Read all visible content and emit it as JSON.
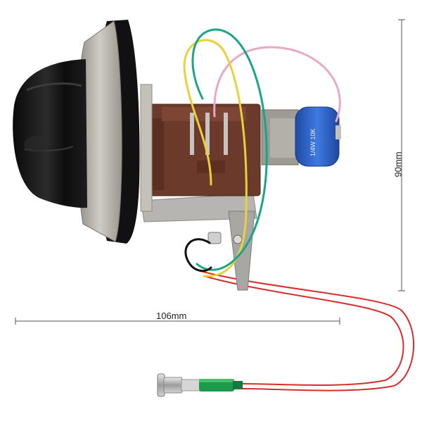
{
  "dimensions": {
    "width_label": "106mm",
    "height_label": "90mm"
  },
  "product_label": {
    "text": "1/4W 10K"
  },
  "colors": {
    "knob": "#111111",
    "bezel": "#a9a59f",
    "switch_body": "#6b3a2a",
    "bracket": "#b7b5b1",
    "potentiometer": "#2e63c8",
    "wire_green": "#1aa58a",
    "wire_yellow": "#e8d13a",
    "wire_pink": "#e7a9c6",
    "wire_red": "#d92c2c",
    "indicator_sleeve": "#1d9a4c",
    "indicator_metal": "#c9c9c9",
    "dimension_line": "#555555"
  }
}
